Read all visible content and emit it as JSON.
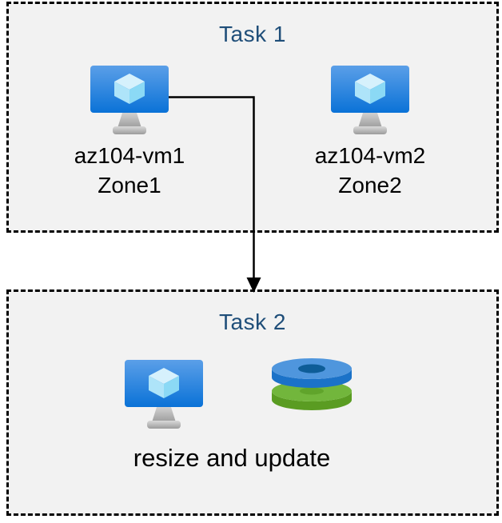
{
  "diagram": {
    "task1": {
      "title": "Task 1",
      "vms": [
        {
          "name": "az104-vm1",
          "zone": "Zone1"
        },
        {
          "name": "az104-vm2",
          "zone": "Zone2"
        }
      ]
    },
    "task2": {
      "title": "Task 2",
      "caption": "resize and update"
    },
    "connector": {
      "type": "elbow-arrow",
      "from": "az104-vm1",
      "to": "Task 2"
    }
  },
  "icons": {
    "vm": "azure-virtual-machine-icon",
    "disks": "azure-managed-disks-icon"
  },
  "colors": {
    "page_bg": "#ffffff",
    "box_bg": "#f2f2f2",
    "box_border": "#000000",
    "title_color": "#1f4e79",
    "label_color": "#000000",
    "arrow_color": "#000000",
    "vm_screen_top": "#5b9fe8",
    "vm_screen_bottom": "#0a72d7",
    "cube_top": "#d6f1fc",
    "cube_left": "#aee4f9",
    "cube_right": "#8bd9f5",
    "stand_light": "#d9d9d9",
    "stand_dark": "#9c9c9c",
    "disk_blue_top": "#4f96dd",
    "disk_blue_side": "#1b72c8",
    "disk_blue_hole": "#0e5d98",
    "disk_green_top": "#72b63c",
    "disk_green_side": "#5a9c22",
    "disk_green_hole": "#60a42b"
  }
}
